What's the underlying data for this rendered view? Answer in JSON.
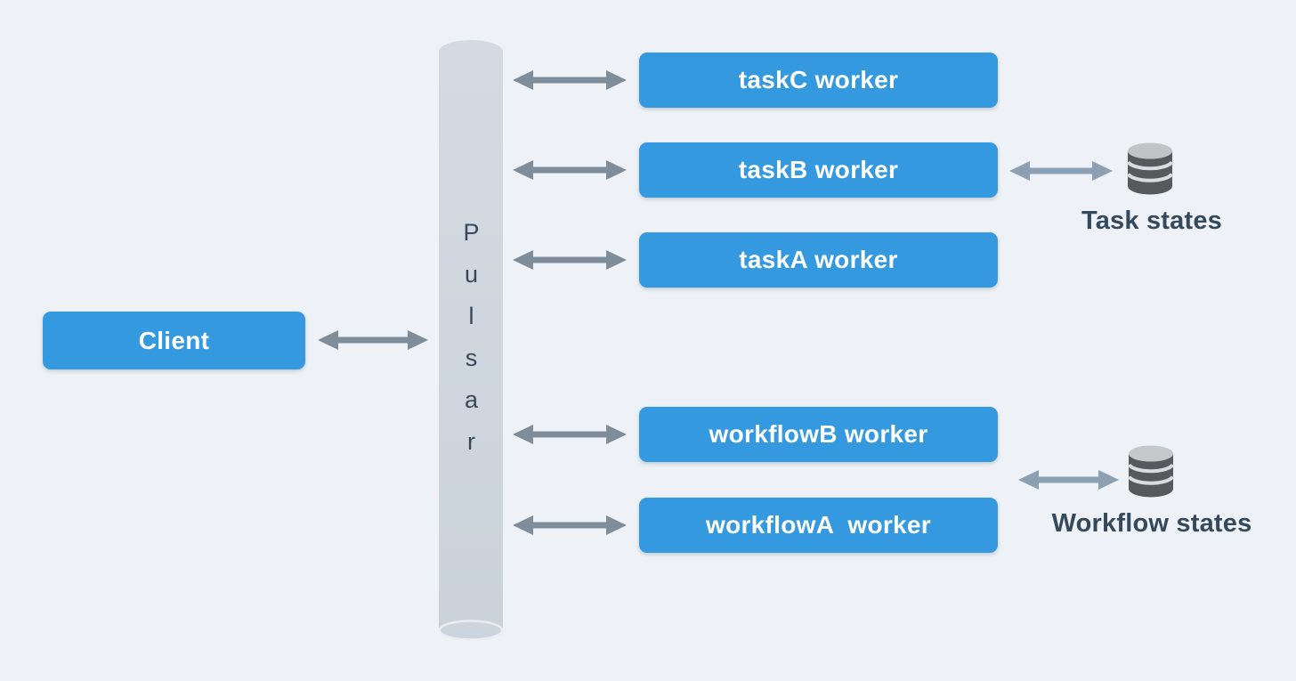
{
  "diagram": {
    "type": "architecture",
    "colors": {
      "background": "#eef2f6",
      "node_blue": "#3599e0",
      "node_text": "#ffffff",
      "arrow_gray": "#7f8d9a",
      "arrow_blue_gray": "#8ba0b3",
      "bus_cylinder_fill": "#ccd4dd",
      "dark_text": "#36495a",
      "db_body": "#58595c",
      "db_top": "#c2c3c5"
    },
    "client": {
      "label": "Client"
    },
    "message_bus": {
      "label": "Pulsar",
      "shape": "cylinder"
    },
    "workers": [
      {
        "label": "taskC worker"
      },
      {
        "label": "taskB worker"
      },
      {
        "label": "taskA worker"
      },
      {
        "label": "workflowB worker"
      },
      {
        "label": "workflowA  worker"
      }
    ],
    "datastores": [
      {
        "label": "Task states",
        "icon": "database-icon"
      },
      {
        "label": "Workflow states",
        "icon": "database-icon"
      }
    ],
    "connections": [
      {
        "from": "Client",
        "to": "Pulsar",
        "type": "bidirectional"
      },
      {
        "from": "Pulsar",
        "to": "taskC worker",
        "type": "bidirectional"
      },
      {
        "from": "Pulsar",
        "to": "taskB worker",
        "type": "bidirectional"
      },
      {
        "from": "Pulsar",
        "to": "taskA worker",
        "type": "bidirectional"
      },
      {
        "from": "Pulsar",
        "to": "workflowB worker",
        "type": "bidirectional"
      },
      {
        "from": "Pulsar",
        "to": "workflowA worker",
        "type": "bidirectional"
      },
      {
        "from": "taskB worker",
        "to": "Task states",
        "type": "bidirectional"
      },
      {
        "from": "workflow workers",
        "to": "Workflow states",
        "type": "bidirectional"
      }
    ]
  }
}
